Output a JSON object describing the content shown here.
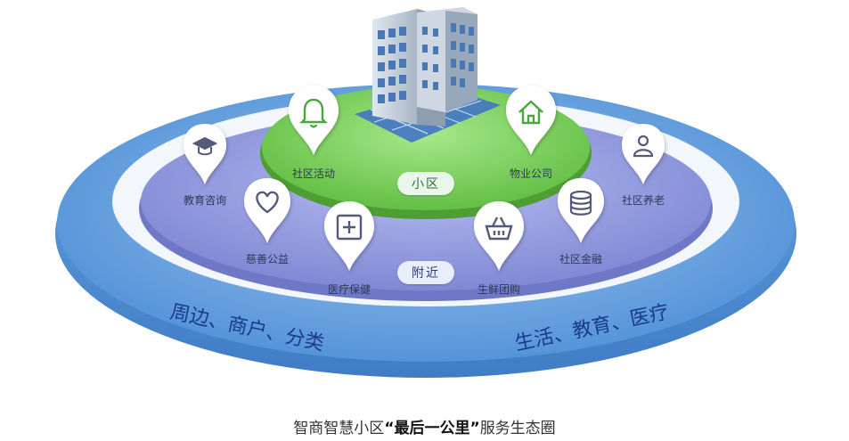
{
  "inner_label": "小区",
  "middle_label": "附近",
  "outer_left": "周边、商户、分类",
  "outer_right": "生活、教育、医疗",
  "inner_services": [
    {
      "label": "社区活动",
      "icon": "bell-icon"
    },
    {
      "label": "物业公司",
      "icon": "home-icon"
    }
  ],
  "middle_services": [
    {
      "label": "教育咨询",
      "icon": "graduation-cap-icon"
    },
    {
      "label": "慈善公益",
      "icon": "heart-icon"
    },
    {
      "label": "医疗保健",
      "icon": "medical-plus-icon"
    },
    {
      "label": "生鲜团购",
      "icon": "basket-icon"
    },
    {
      "label": "社区金融",
      "icon": "coins-icon"
    },
    {
      "label": "社区养老",
      "icon": "person-icon"
    }
  ],
  "caption": {
    "prefix": "智商智慧小区",
    "open_quote": "“",
    "highlight": "最后一公里",
    "close_quote": "”",
    "suffix": "服务生态圈"
  },
  "colors": {
    "outer_ring": "#5b9bdc",
    "white_band": "#f4f8fd",
    "middle_ring": "#8f96dc",
    "inner_circle": "#7fd160",
    "pin_green": "#4aa83a",
    "pin_blue": "#555a7a"
  }
}
